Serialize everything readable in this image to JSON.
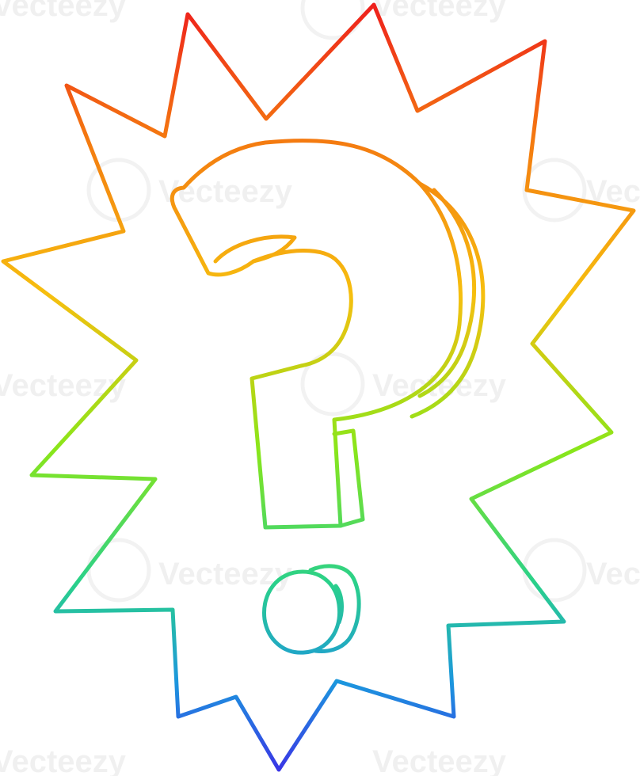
{
  "illustration": {
    "subject": "cartoon question mark inside a spiky burst",
    "style": "rainbow gradient line art",
    "background_color": "#ffffff",
    "gradient_colors": [
      "#ee1c1c",
      "#f47a10",
      "#f6bf0f",
      "#89e61a",
      "#2ad18a",
      "#1c96de",
      "#3b2fe6"
    ],
    "stroke_width": 5
  },
  "watermark": {
    "text": "Vecteezy"
  }
}
